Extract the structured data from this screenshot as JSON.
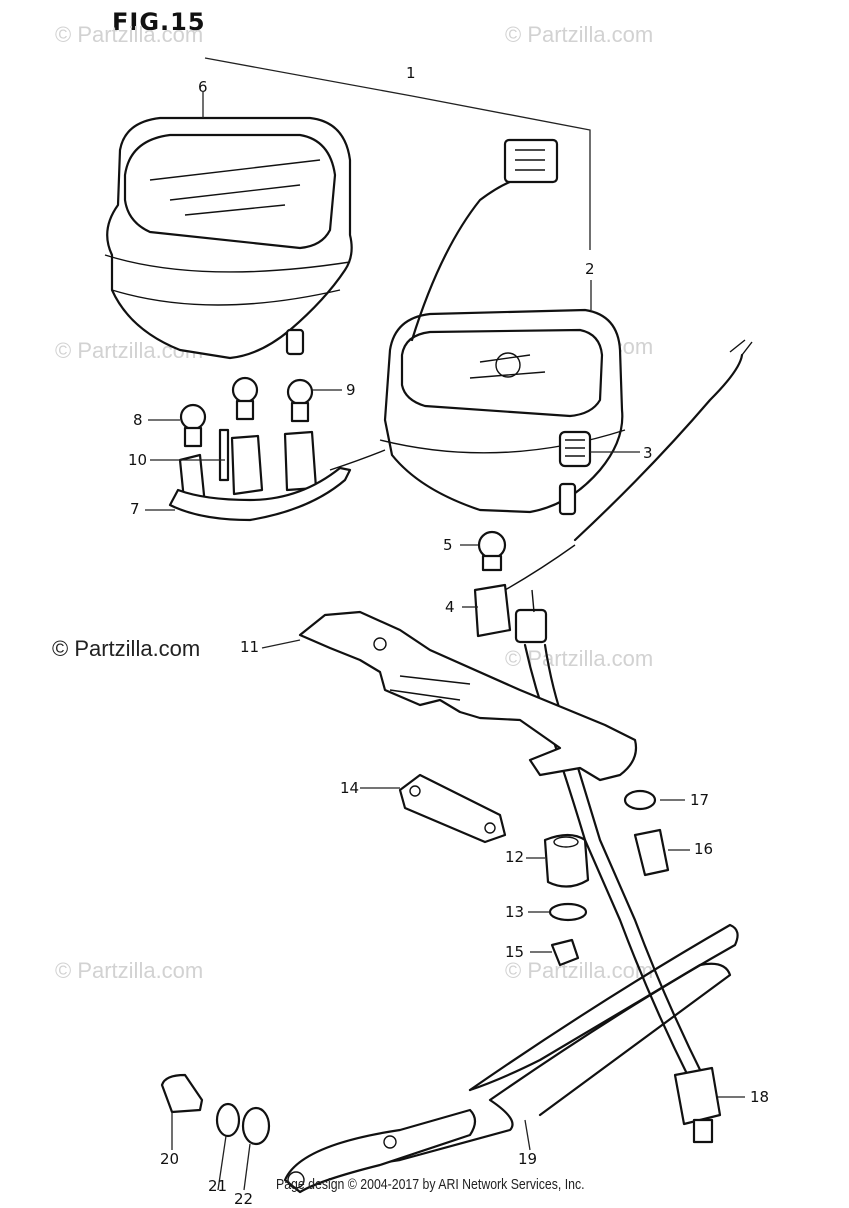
{
  "figure": {
    "title": "FIG.15"
  },
  "watermarks": [
    {
      "text": "© Partzilla.com"
    },
    {
      "text": "© Partzilla.com"
    },
    {
      "text": "© Partzilla.com"
    },
    {
      "text": "© Partzilla.com"
    },
    {
      "text": "© Partzilla.com"
    },
    {
      "text": "© Partzilla.com"
    },
    {
      "text": "© Partzilla.com"
    }
  ],
  "brand_watermark": {
    "text": "© Partzilla.com"
  },
  "callouts": [
    "1",
    "2",
    "3",
    "4",
    "5",
    "6",
    "7",
    "8",
    "9",
    "10",
    "11",
    "12",
    "13",
    "14",
    "15",
    "16",
    "17",
    "18",
    "19",
    "20",
    "21",
    "22"
  ],
  "footer": {
    "text": "Page design © 2004-2017 by ARI Network Services, Inc."
  }
}
